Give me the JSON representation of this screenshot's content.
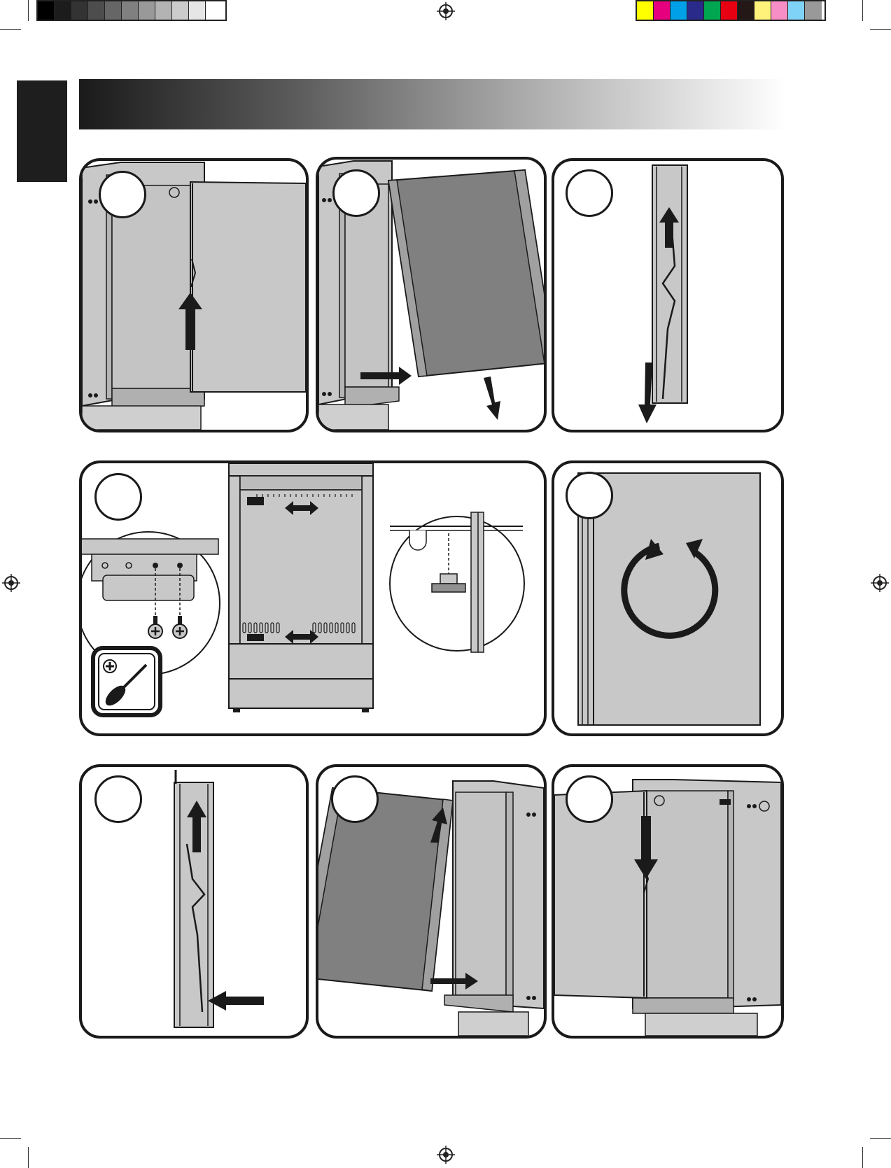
{
  "page": {
    "header": {
      "title": ""
    }
  },
  "colors": {
    "grayscale": [
      "#000000",
      "#1c1c1c",
      "#333333",
      "#4d4d4d",
      "#666666",
      "#808080",
      "#999999",
      "#b3b3b3",
      "#cccccc",
      "#e6e6e6",
      "#ffffff"
    ],
    "process": [
      "#ffff00",
      "#e6007e",
      "#00a0e9",
      "#2a2a8a",
      "#00a650",
      "#e60012",
      "#231815",
      "#fff27a",
      "#f78fc6",
      "#7fd3f7",
      "#999999"
    ],
    "panel_fill": "#c8c8c8",
    "door_dark": "#808080",
    "outline": "#1a1a1a"
  },
  "steps": [
    {
      "id": "step-1",
      "label": "",
      "illustration": "cabinet-door-open-arrow-up"
    },
    {
      "id": "step-2",
      "label": "",
      "illustration": "door-removed-arrows"
    },
    {
      "id": "step-3",
      "label": "",
      "illustration": "door-edge-rod-arrows"
    },
    {
      "id": "step-4",
      "label": "",
      "illustration": "hinge-relocation-screws"
    },
    {
      "id": "step-5",
      "label": "",
      "illustration": "door-rotate"
    },
    {
      "id": "step-6",
      "label": "",
      "illustration": "door-edge-rod-insert"
    },
    {
      "id": "step-7",
      "label": "",
      "illustration": "door-mount-left"
    },
    {
      "id": "step-8",
      "label": "",
      "illustration": "cabinet-door-closed-arrow-down"
    }
  ],
  "icons": {
    "screwdriver": "phillips-screwdriver-icon",
    "rotate": "rotate-circle-icon",
    "registration": "registration-mark-icon"
  }
}
